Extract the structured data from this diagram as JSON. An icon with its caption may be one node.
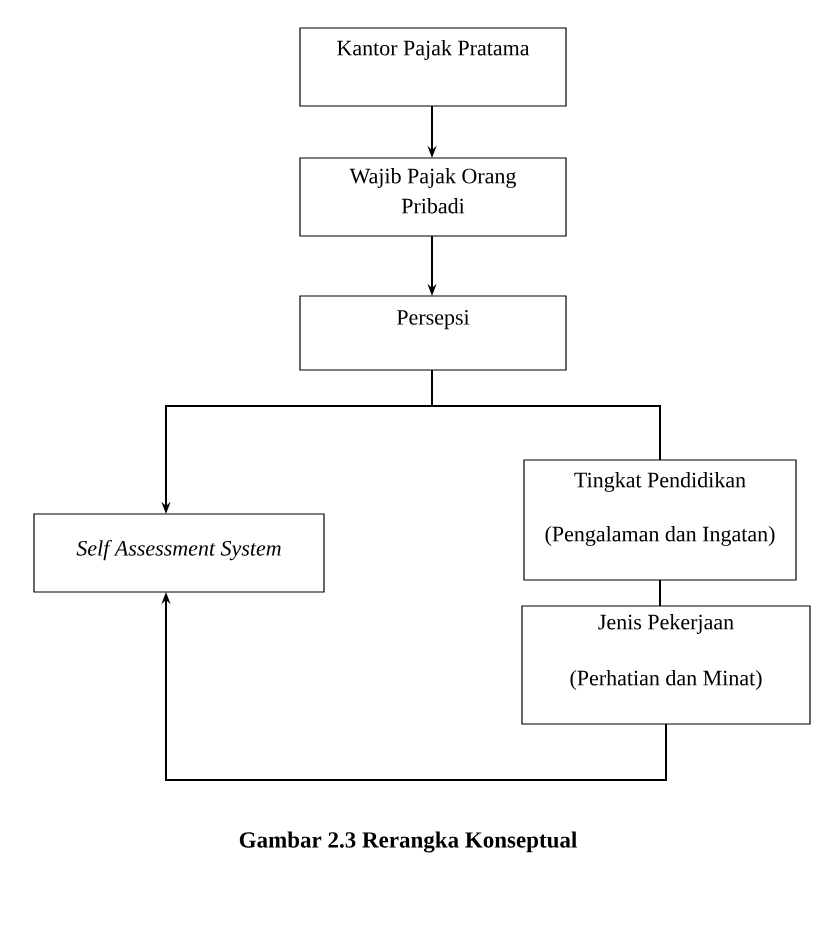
{
  "diagram": {
    "caption": "Gambar 2.3 Rerangka Konseptual",
    "nodes": [
      {
        "text": [
          "Kantor Pajak Pratama"
        ]
      },
      {
        "text": [
          "Wajib Pajak Orang Pribadi"
        ]
      },
      {
        "text": [
          "Persepsi"
        ]
      },
      {
        "text": [
          "Self Assessment System"
        ]
      },
      {
        "text": [
          "Tingkat Pendidikan",
          "(Pengalaman dan Ingatan)"
        ]
      },
      {
        "text": [
          "Jenis Pekerjaan",
          "(Perhatian dan Minat)"
        ]
      }
    ],
    "edges": [
      {
        "from": 0,
        "to": 1,
        "arrow": "to"
      },
      {
        "from": 1,
        "to": 2,
        "arrow": "to"
      },
      {
        "from": 2,
        "to": 3,
        "arrow": "to"
      },
      {
        "from": 2,
        "to": 4,
        "arrow": "none"
      },
      {
        "from": 4,
        "to": 5,
        "arrow": "none"
      },
      {
        "from": 5,
        "to": 3,
        "arrow": "to"
      }
    ]
  }
}
